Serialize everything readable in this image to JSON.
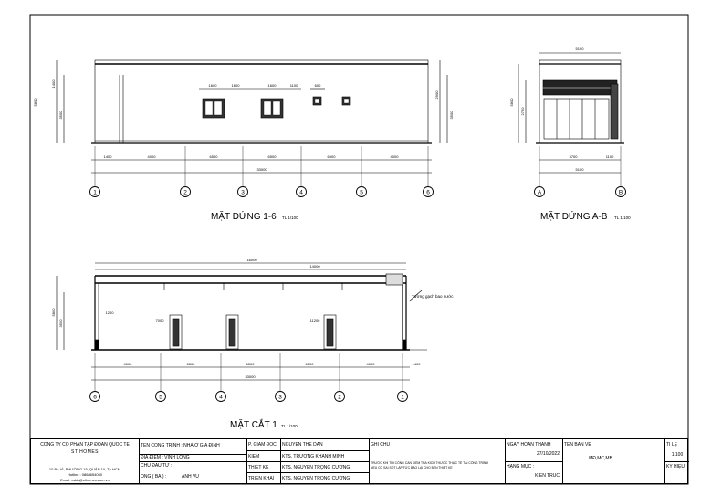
{
  "drawing": {
    "elevation_1_6": {
      "title": "MẶT ĐỨNG 1-6",
      "scale": "TL 1/100",
      "bottom_dims": [
        "1400",
        "4000",
        "6500",
        "6500",
        "6500",
        "4000"
      ],
      "total_dim": "33000",
      "axes": [
        "1",
        "2",
        "3",
        "4",
        "5",
        "6"
      ],
      "window_dims": [
        "1600",
        "1600",
        "1600",
        "1100",
        "600"
      ],
      "left_dims": [
        "1400",
        "3500",
        "5800"
      ],
      "right_dims": [
        "2900",
        "3500"
      ]
    },
    "elevation_a_b": {
      "title": "MẶT ĐỨNG A-B",
      "scale": "TL 1/100",
      "top_dim": "5100",
      "bottom_dims": [
        "3700",
        "1100"
      ],
      "total_dim": "5100",
      "axes": [
        "A",
        "B"
      ],
      "left_dims": [
        "2750",
        "5800"
      ]
    },
    "section_1": {
      "title": "MẶT CẮT 1",
      "scale": "TL 1/100",
      "top_dims": [
        "16000",
        "14000"
      ],
      "bottom_dims": [
        "4000",
        "6500",
        "6500",
        "6500",
        "4000",
        "1400"
      ],
      "total_dim": "33000",
      "axes": [
        "6",
        "5",
        "4",
        "3",
        "2",
        "1"
      ],
      "note": "Tường gạch bao nước",
      "door_dims": [
        "1200",
        "7000",
        "11200"
      ],
      "left_dims": [
        "3500",
        "5800"
      ]
    }
  },
  "title_block": {
    "company": "CÔNG TY CỔ PHẦN TẬP ĐOÀN QUỐC TẾ",
    "brand": "ST HOMES",
    "address": "10 BA VÌ, PHƯỜNG 15, QUẬN 10, Tp.HCM",
    "hotline": "Hotline : 0868654060",
    "email": "Email: cskh@sthomes.com.vn",
    "project_label": "TÊN CÔNG TRÌNH : NHÀ Ở GIA ĐÌNH",
    "location_label": "ĐỊA ĐIỂM : VĨNH LONG",
    "investor_label": "CHỦ ĐẦU TƯ :",
    "investor_title": "ÔNG ( BÀ ) :",
    "investor_name": "ANH VŨ",
    "roles": [
      {
        "role": "P. GIÁM ĐỐC",
        "name": "NGUYỄN THẾ DÂN"
      },
      {
        "role": "KIỂM",
        "name": "KTS. TRƯƠNG KHÁNH MINH"
      },
      {
        "role": "THIẾT KẾ",
        "name": "KTS. NGUYỄN TRỌNG CƯỜNG"
      },
      {
        "role": "TRIỂN KHAI",
        "name": "KTS. NGUYỄN TRỌNG CƯỜNG"
      }
    ],
    "note_label": "GHI CHÚ",
    "note_text_1": "TRƯỚC KHI THI CÔNG CẦN KIỂM TRA KÍCH THƯỚC THỰC TẾ TẠI CÔNG TRÌNH",
    "note_text_2": "NẾU CÓ SAI SÓT LẬP TỨC BÁO LẠI CHO BÊN THIẾT KẾ",
    "date_label": "NGÀY HOÀN THÀNH",
    "date_value": "27/10/2022",
    "category_label": "HẠNG MỤC :",
    "category_value": "KIẾN TRÚC",
    "sheet_label": "TÊN BẢN VẼ",
    "sheet_name": "MĐ,MC,MB",
    "scale_label": "TỈ LỆ",
    "scale_value": "1:100",
    "code_label": "KÝ HIỆU"
  }
}
